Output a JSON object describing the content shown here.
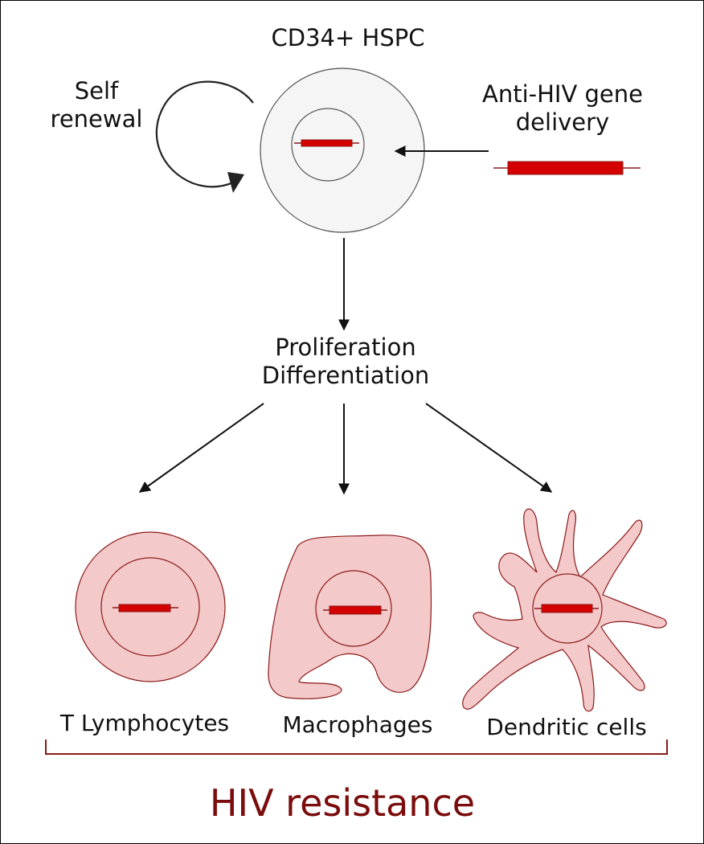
{
  "title": "CD34+ HSPC",
  "self_renewal": [
    "Self",
    "renewal"
  ],
  "gene_delivery": [
    "Anti-HIV gene",
    "delivery"
  ],
  "process": [
    "Proliferation",
    "Differentiation"
  ],
  "cells": [
    {
      "label": "T Lymphocytes"
    },
    {
      "label": "Macrophages"
    },
    {
      "label": "Dendritic cells"
    }
  ],
  "outcome": "HIV resistance",
  "colors": {
    "gene": "#d40000",
    "differentiated_fill": "#f4c9c9",
    "differentiated_stroke": "#8b1a1a",
    "stem_fill": "#f5f5f5",
    "stem_stroke": "#555555",
    "outcome_text": "#7a0c0c"
  }
}
